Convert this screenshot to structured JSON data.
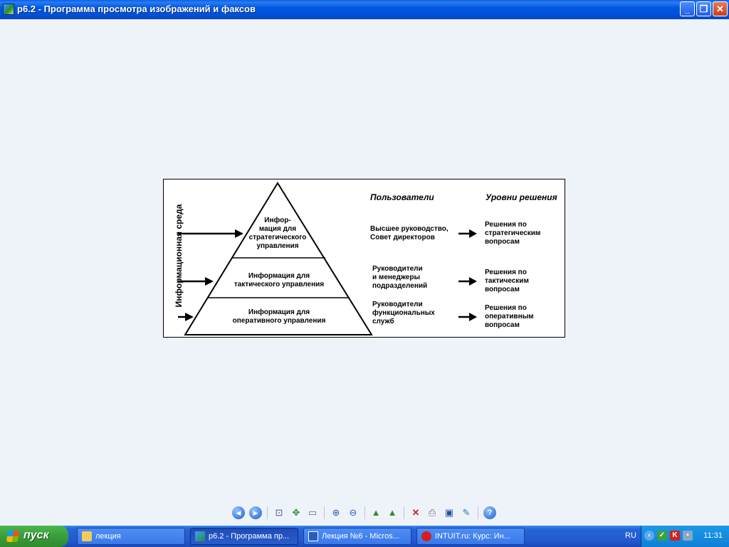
{
  "window": {
    "title": "р6.2 - Программа просмотра изображений и факсов",
    "minimize": "_",
    "maximize": "❐",
    "close": "✕"
  },
  "figure": {
    "side_label": "Информационная среда",
    "header_users": "Пользователи",
    "header_levels": "Уровни решения",
    "pyramid": {
      "top_lines": [
        "Инфор-",
        "мация для",
        "стратегического",
        "управления"
      ],
      "middle_lines": [
        "Информация для",
        "тактического управления"
      ],
      "bottom_lines": [
        "Информация для",
        "оперативного управления"
      ]
    },
    "users": {
      "strategic": [
        "Высшее руководство,",
        "Совет директоров"
      ],
      "tactical": [
        "Руководители",
        "и менеджеры",
        "подразделений"
      ],
      "operational": [
        "Руководители",
        "функциональных",
        "служб"
      ]
    },
    "decisions": {
      "strategic": [
        "Решения по",
        "стратегическим",
        "вопросам"
      ],
      "tactical": [
        "Решения по",
        "тактическим",
        "вопросам"
      ],
      "operational": [
        "Решения по",
        "оперативным",
        "вопросам"
      ]
    }
  },
  "toolbar": {
    "icons": [
      "previous-image-icon",
      "next-image-icon",
      "best-fit-icon",
      "actual-size-icon",
      "slideshow-icon",
      "zoom-in-icon",
      "zoom-out-icon",
      "rotate-clockwise-icon",
      "rotate-counterclockwise-icon",
      "delete-icon",
      "print-icon",
      "save-icon",
      "edit-icon",
      "help-icon"
    ]
  },
  "taskbar": {
    "start_label": "пуск",
    "tasks": [
      {
        "label": "лекция"
      },
      {
        "label": "р6.2 - Программа пр..."
      },
      {
        "label": "Лекция №6 - Micros..."
      },
      {
        "label": "INTUIT.ru: Курс: Ин..."
      }
    ],
    "language": "RU",
    "clock": "11:31"
  }
}
